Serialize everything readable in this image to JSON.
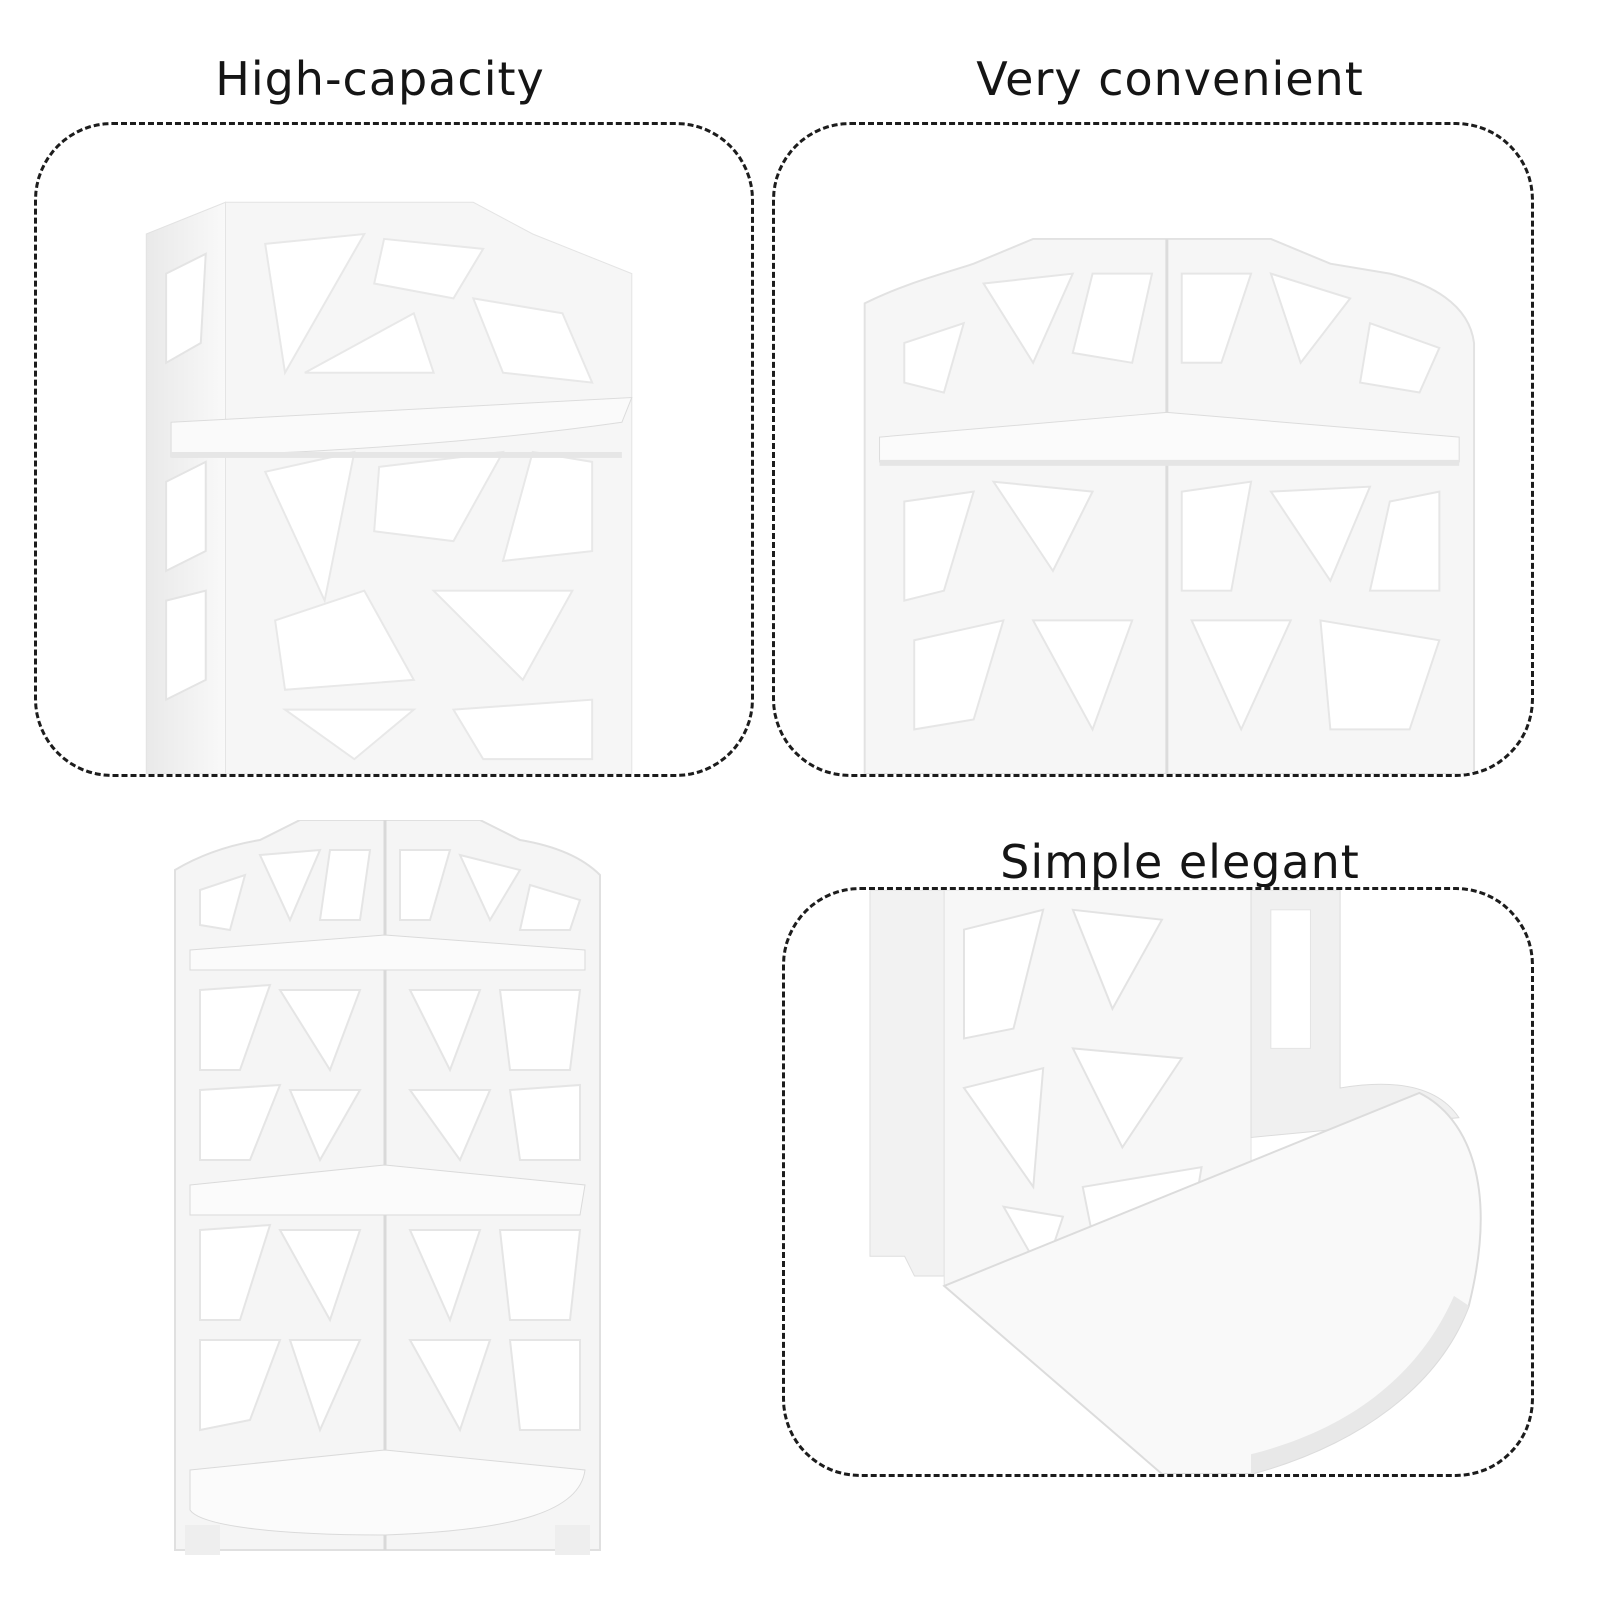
{
  "panels": {
    "top_left": {
      "caption": "High-capacity"
    },
    "top_right": {
      "caption": "Very convenient"
    },
    "bottom_right": {
      "caption": "Simple elegant"
    }
  },
  "colors": {
    "background": "#ffffff",
    "shelf": "#f7f7f7",
    "shelf_shadow": "#e3e3e3",
    "dashed_border": "#1c1c1c",
    "text": "#151515"
  }
}
